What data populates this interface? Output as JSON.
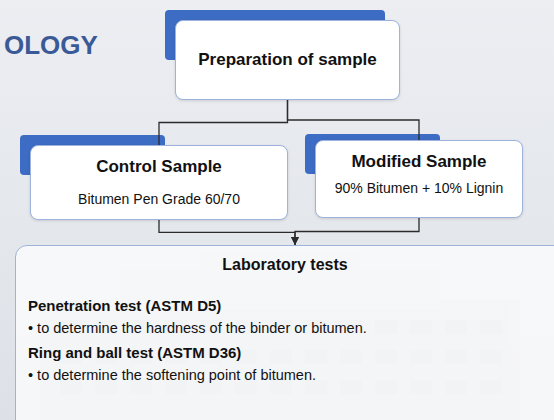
{
  "diagram": {
    "title": "OLOGY",
    "nodes": [
      {
        "text": [
          "Preparation of sample"
        ]
      },
      {
        "text": [
          "Control Sample",
          "Bitumen Pen Grade 60/70"
        ]
      },
      {
        "text": [
          "Modified Sample",
          "90% Bitumen + 10% Lignin"
        ]
      },
      {
        "text": [
          "Laboratory tests",
          "Penetration test (ASTM D5)",
          "• to determine the hardness of the binder or bitumen.",
          "Ring and ball test (ASTM D36)",
          "• to determine the softening point of bitumen."
        ]
      }
    ],
    "edges": [
      {
        "from": 0,
        "to": 1,
        "arrow": "none"
      },
      {
        "from": 0,
        "to": 2,
        "arrow": "none"
      },
      {
        "from": 1,
        "to": 3,
        "arrow": "to"
      },
      {
        "from": 2,
        "to": 3,
        "arrow": "to"
      }
    ]
  }
}
